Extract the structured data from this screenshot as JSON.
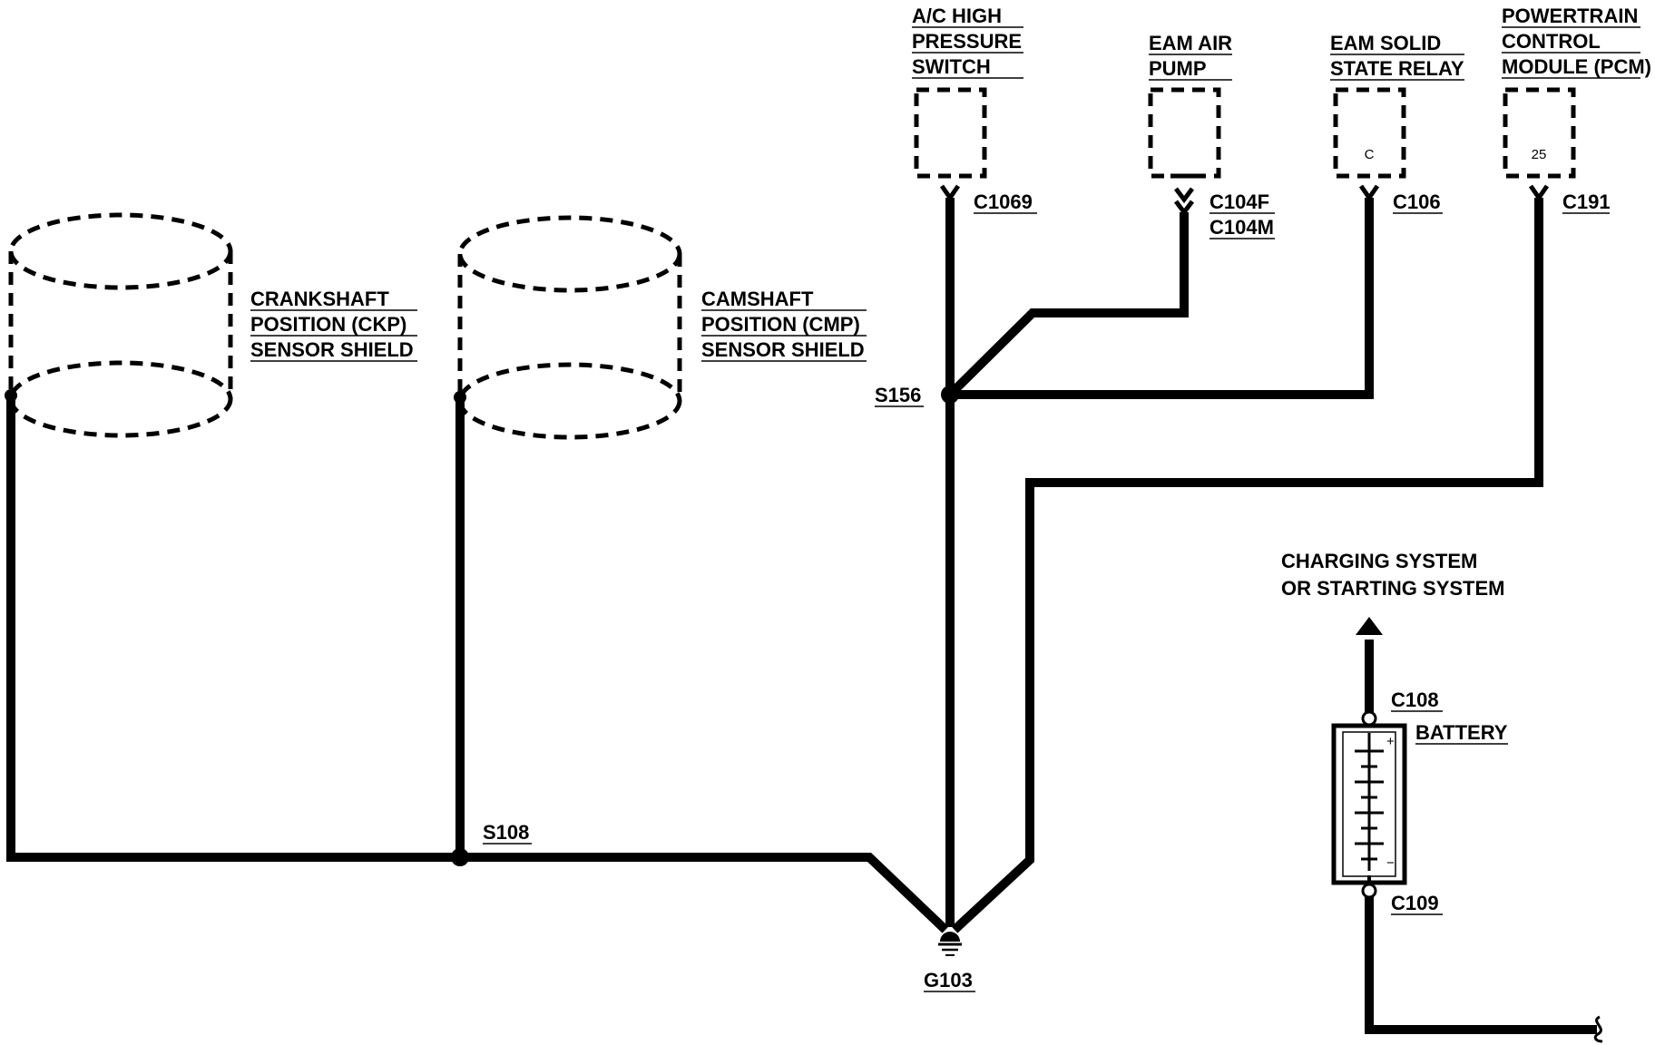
{
  "components": {
    "ac_switch": [
      "A/C HIGH",
      "PRESSURE",
      "SWITCH"
    ],
    "eam_air_pump": [
      "EAM AIR",
      "PUMP"
    ],
    "eam_relay": [
      "EAM SOLID",
      "STATE RELAY"
    ],
    "pcm": [
      "POWERTRAIN",
      "CONTROL",
      "MODULE (PCM)"
    ],
    "ckp_shield": [
      "CRANKSHAFT",
      "POSITION (CKP)",
      "SENSOR SHIELD"
    ],
    "cmp_shield": [
      "CAMSHAFT",
      "POSITION (CMP)",
      "SENSOR SHIELD"
    ],
    "charging": [
      "CHARGING SYSTEM",
      "OR STARTING SYSTEM"
    ],
    "battery": "BATTERY"
  },
  "pins": {
    "eam_relay": "C",
    "pcm": "25",
    "battery_plus": "+",
    "battery_minus": "−"
  },
  "connectors": {
    "c1069": "C1069",
    "c104f": "C104F",
    "c104m": "C104M",
    "c106": "C106",
    "c191": "C191",
    "c108": "C108",
    "c109": "C109"
  },
  "splices": {
    "s156": "S156",
    "s108": "S108"
  },
  "ground": "G103"
}
